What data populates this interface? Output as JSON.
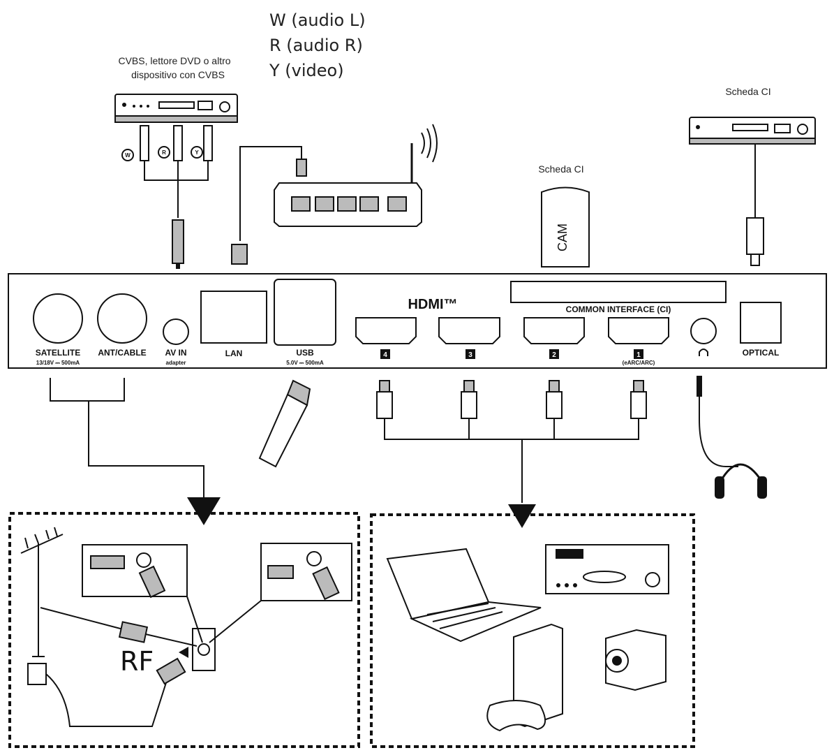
{
  "labels": {
    "cvbs_device": [
      "CVBS, lettore DVD o altro",
      "dispositivo con CVBS"
    ],
    "audio_video": [
      "W (audio L)",
      "R (audio R)",
      "Y (video)"
    ],
    "ci_card_top": "Scheda CI",
    "ci_card_mid": "Scheda CI",
    "cam": "CAM",
    "rf": "RF",
    "hdmi_logo": "HDMI™",
    "common_interface": "COMMON INTERFACE (CI)"
  },
  "rca_plugs": [
    "W",
    "R",
    "Y"
  ],
  "ports": {
    "satellite": "SATELLITE",
    "satellite_sub": "13/18V ⎓ 500mA",
    "ant_cable": "ANT/CABLE",
    "av_in": "AV IN",
    "av_in_sub": "adapter",
    "lan": "LAN",
    "usb": "USB",
    "usb_sub": "5.0V ⎓ 500mA",
    "hdmi4": "4",
    "hdmi3": "3",
    "hdmi2": "2",
    "hdmi1": "1",
    "hdmi1_sub": "(eARC/ARC)",
    "optical": "OPTICAL"
  },
  "icons": [
    "dvd-player-icon",
    "router-icon",
    "cam-card-icon",
    "headphones-icon",
    "usb-stick-icon",
    "antenna-icon",
    "laptop-icon",
    "game-console-icon",
    "camcorder-icon"
  ]
}
